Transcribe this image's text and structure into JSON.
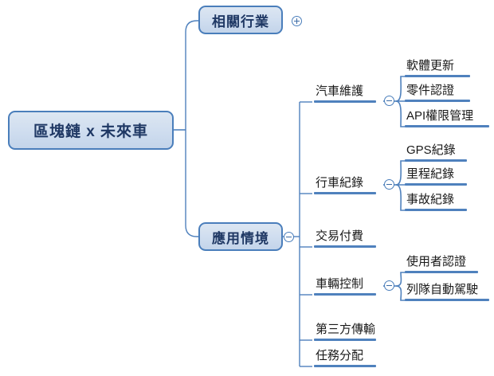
{
  "app": {
    "type": "mind-map",
    "colors": {
      "node_border": "#4a7ebb",
      "node_fill": "#dce6f2",
      "node_text": "#1f3864",
      "branch_line": "#4f81bd",
      "leaf_text": "#1a1a1a",
      "background": "#ffffff"
    }
  },
  "root": {
    "label": "區塊鏈 x 未來車"
  },
  "branches": [
    {
      "id": "related-industry",
      "label": "相關行業",
      "toggle": "plus-icon",
      "toggle_state": "collapsed",
      "children": []
    },
    {
      "id": "application-scenario",
      "label": "應用情境",
      "toggle": "minus-icon",
      "toggle_state": "expanded",
      "children": [
        {
          "id": "vehicle-maintenance",
          "label": "汽車維護",
          "toggle": "minus-icon",
          "toggle_state": "expanded",
          "children": [
            {
              "id": "software-update",
              "label": "軟體更新"
            },
            {
              "id": "parts-certification",
              "label": "零件認證"
            },
            {
              "id": "api-permission-management",
              "label": "API權限管理"
            }
          ]
        },
        {
          "id": "driving-record",
          "label": "行車紀錄",
          "toggle": "minus-icon",
          "toggle_state": "expanded",
          "children": [
            {
              "id": "gps-record",
              "label": "GPS紀錄"
            },
            {
              "id": "mileage-record",
              "label": "里程紀錄"
            },
            {
              "id": "accident-record",
              "label": "事故紀錄"
            }
          ]
        },
        {
          "id": "transaction-payment",
          "label": "交易付費",
          "toggle": null,
          "toggle_state": "leaf",
          "children": []
        },
        {
          "id": "vehicle-control",
          "label": "車輛控制",
          "toggle": "minus-icon",
          "toggle_state": "expanded",
          "children": [
            {
              "id": "user-authentication",
              "label": "使用者認證"
            },
            {
              "id": "platooning-autonomous-driving",
              "label": "列隊自動駕駛"
            }
          ]
        },
        {
          "id": "third-party-transmission",
          "label": "第三方傳輸",
          "toggle": null,
          "toggle_state": "leaf",
          "children": []
        },
        {
          "id": "task-allocation",
          "label": "任務分配",
          "toggle": null,
          "toggle_state": "leaf",
          "children": []
        }
      ]
    }
  ]
}
